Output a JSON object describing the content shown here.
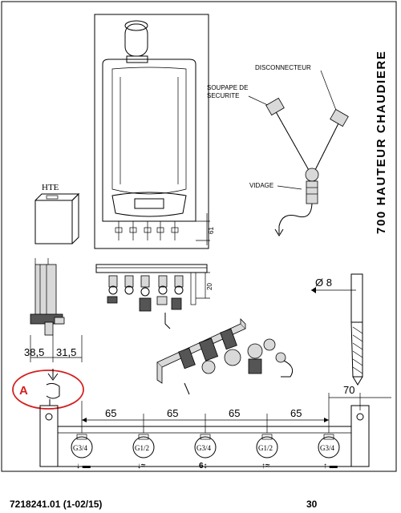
{
  "labels": {
    "disconnecteur": "DISCONNECTEUR",
    "soupape_line1": "SOUPAPE DE",
    "soupape_line2": "SECURITE",
    "vidage": "VIDAGE",
    "hte": "HTE",
    "vertical_title": "700 HAUTEUR CHAUDIERE",
    "callout": "A",
    "dim_61": "61",
    "dim_20": "20",
    "dim_diameter": "Ø 8",
    "dim_38_5": "38,5",
    "dim_31_5": "31,5",
    "dim_70": "70",
    "dim_65": [
      "65",
      "65",
      "65",
      "65"
    ]
  },
  "fittings": [
    "G3/4",
    "G1/2",
    "G3/4",
    "G1/2",
    "G3/4"
  ],
  "footer": {
    "reference": "7218241.01  (1-02/15)",
    "page": "30"
  },
  "colors": {
    "callout": "#d32020",
    "line": "#000000",
    "shade": "#d9d9d9"
  }
}
